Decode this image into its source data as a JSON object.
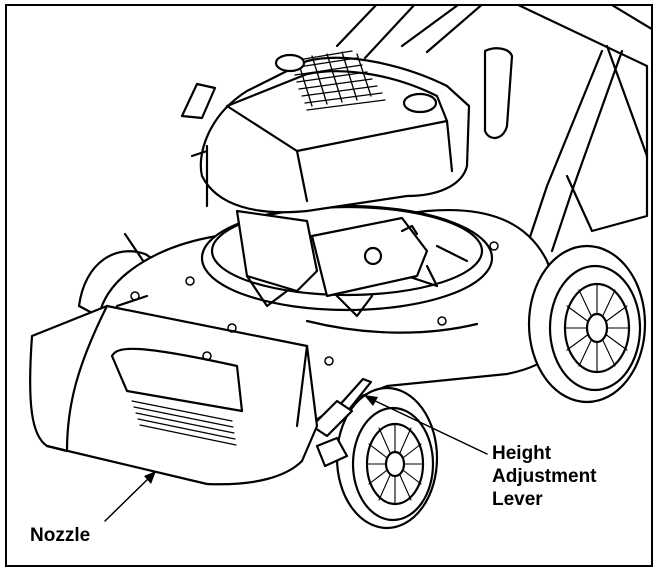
{
  "figure": {
    "subject": "leaf vacuum / lawn machine line drawing",
    "labels": {
      "nozzle": "Nozzle",
      "height_adjustment_lever": [
        "Height",
        "Adjustment",
        "Lever"
      ]
    },
    "colors": {
      "line": "#000000",
      "background": "#ffffff",
      "shade": "#d9d9d9"
    }
  }
}
